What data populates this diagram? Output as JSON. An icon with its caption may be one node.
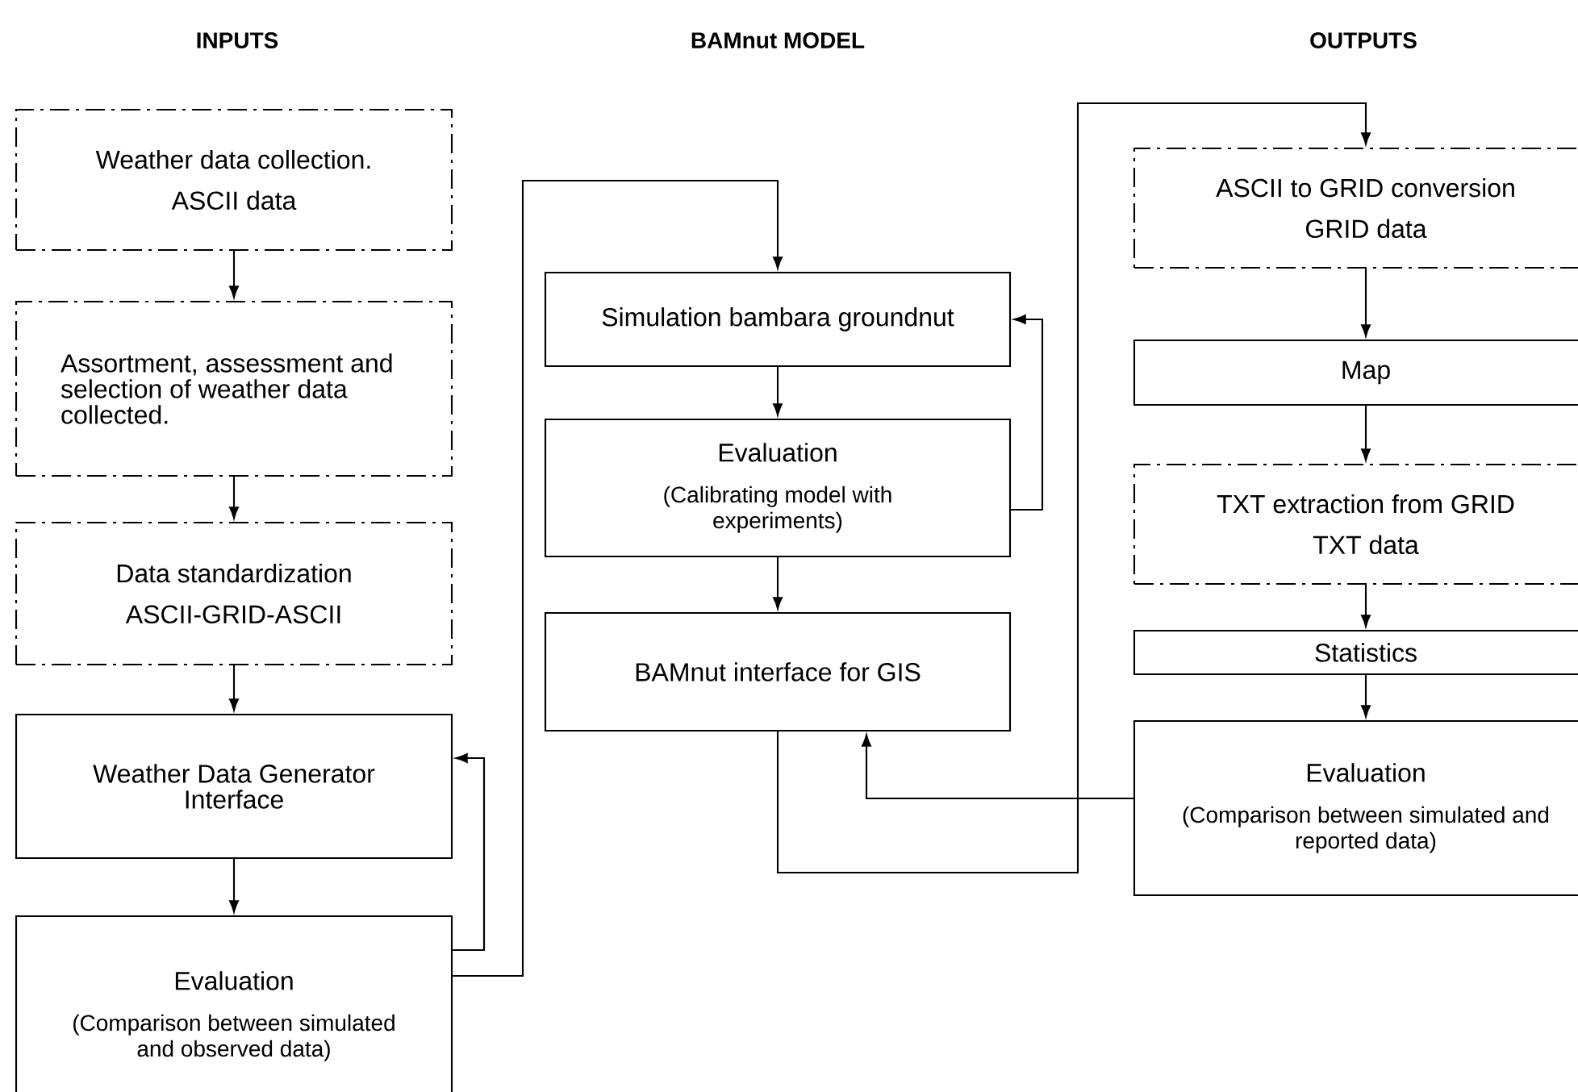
{
  "diagram": {
    "nodes": [
      {
        "text": [
          "Weather data collection.",
          "ASCII data"
        ]
      },
      {
        "text": [
          "Assortment, assessment and selection of weather data collected."
        ]
      },
      {
        "text": [
          "Data standardization",
          "ASCII-GRID-ASCII"
        ]
      },
      {
        "text": [
          "Weather Data Generator Interface"
        ]
      },
      {
        "text": [
          "Evaluation",
          "(Comparison between simulated and observed data)"
        ]
      },
      {
        "text": [
          "Simulation bambara groundnut"
        ]
      },
      {
        "text": [
          "Evaluation",
          "(Calibrating model with experiments)"
        ]
      },
      {
        "text": [
          "BAMnut interface for GIS"
        ]
      },
      {
        "text": [
          "ASCII to GRID conversion",
          "GRID data"
        ]
      },
      {
        "text": [
          "Map"
        ]
      },
      {
        "text": [
          "TXT extraction from GRID",
          "TXT data"
        ]
      },
      {
        "text": [
          "Statistics"
        ]
      },
      {
        "text": [
          "Evaluation",
          "(Comparison between simulated and reported data)"
        ]
      }
    ],
    "edges": [
      {
        "from": 0,
        "to": 1,
        "arrow": "to"
      },
      {
        "from": 1,
        "to": 2,
        "arrow": "to"
      },
      {
        "from": 2,
        "to": 3,
        "arrow": "to"
      },
      {
        "from": 3,
        "to": 4,
        "arrow": "to"
      },
      {
        "from": 4,
        "to": 3,
        "arrow": "to"
      },
      {
        "from": 4,
        "to": 5,
        "arrow": "to"
      },
      {
        "from": 5,
        "to": 6,
        "arrow": "to"
      },
      {
        "from": 6,
        "to": 5,
        "arrow": "to"
      },
      {
        "from": 6,
        "to": 7,
        "arrow": "to"
      },
      {
        "from": 7,
        "to": 8,
        "arrow": "to"
      },
      {
        "from": 8,
        "to": 9,
        "arrow": "to"
      },
      {
        "from": 9,
        "to": 10,
        "arrow": "to"
      },
      {
        "from": 10,
        "to": 11,
        "arrow": "to"
      },
      {
        "from": 11,
        "to": 12,
        "arrow": "to"
      },
      {
        "from": 12,
        "to": 7,
        "arrow": "to"
      }
    ],
    "labels": [
      "INPUTS",
      "BAMnut MODEL",
      "OUTPUTS"
    ]
  }
}
